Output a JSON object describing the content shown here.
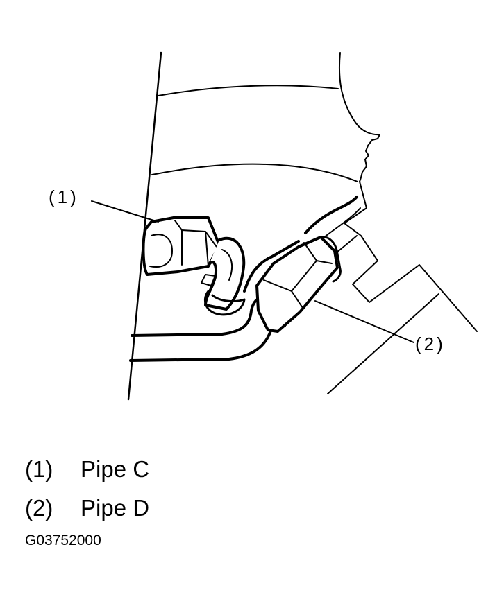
{
  "callouts": {
    "c1": "(1)",
    "c2": "(2)"
  },
  "legend": [
    {
      "number": "(1)",
      "label": "Pipe C"
    },
    {
      "number": "(2)",
      "label": "Pipe D"
    }
  ],
  "figure_code": "G03752000",
  "colors": {
    "line": "#000000",
    "background": "#ffffff"
  }
}
